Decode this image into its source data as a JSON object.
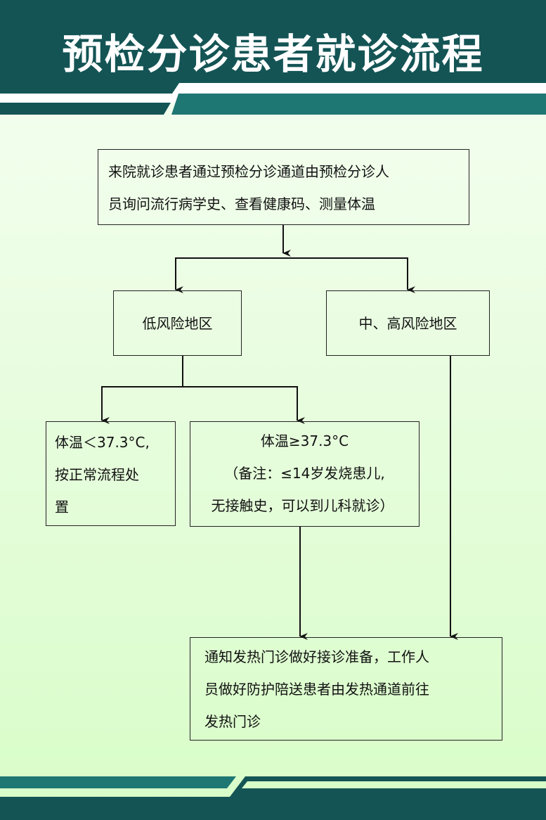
{
  "title": "预检分诊患者就诊流程",
  "colors": {
    "dark": "#145455",
    "teal": "#1f7773",
    "background": "#d8fdc8"
  },
  "steps": {
    "intake": {
      "lines": [
        "来院就诊患者通过预检分诊通道由预检分诊人",
        "员询问流行病学史、查看健康码、测量体温"
      ]
    },
    "low_risk": {
      "label": "低风险地区"
    },
    "mid_high_risk": {
      "label": "中、高风险地区"
    },
    "normal_temp": {
      "lines": [
        "体温＜37.3°C,",
        "按正常流程处",
        "置"
      ]
    },
    "fever": {
      "lines": [
        "体温≥37.3°C",
        "（备注：≤14岁发烧患儿,",
        "无接触史，可以到儿科就诊）"
      ]
    },
    "fever_clinic": {
      "lines": [
        "通知发热门诊做好接诊准备，工作人",
        "员做好防护陪送患者由发热通道前往",
        "发热门诊"
      ]
    }
  }
}
